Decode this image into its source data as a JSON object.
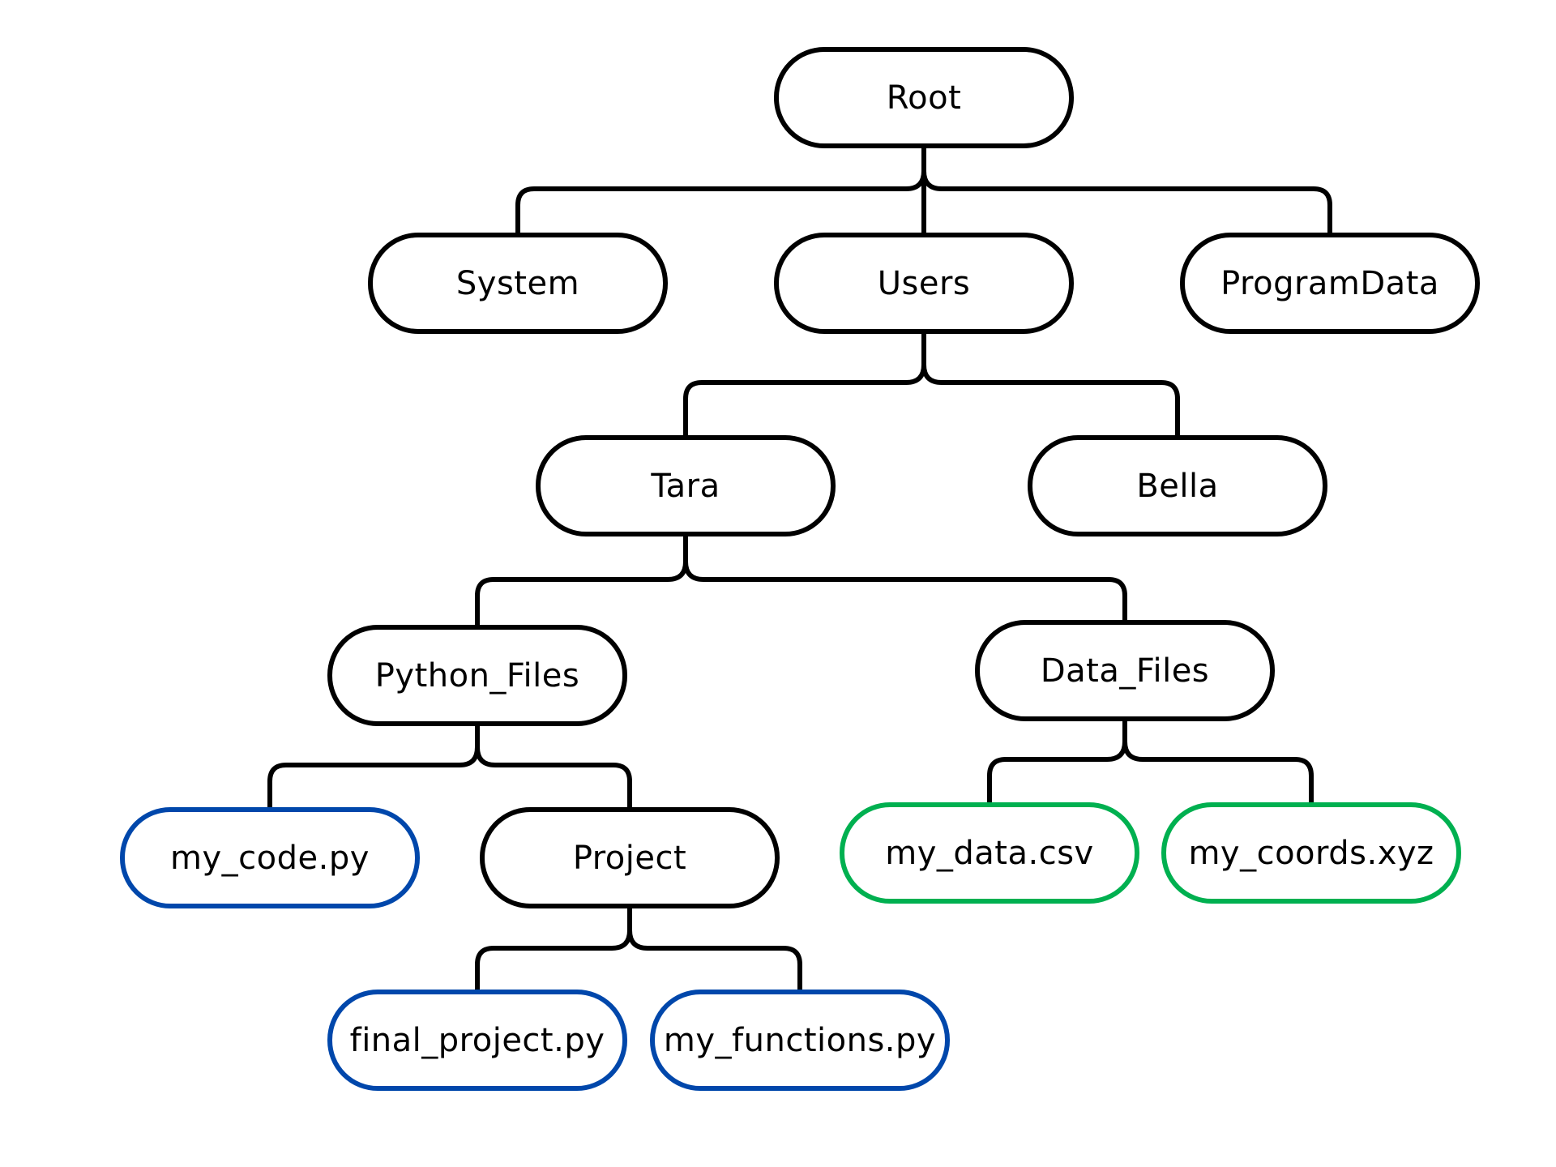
{
  "colors": {
    "background": "#ffffff",
    "folder_border": "#000000",
    "connector": "#000000",
    "python_file_border": "#0047AB",
    "data_file_border": "#00B050"
  },
  "tree": {
    "root": "Root",
    "system": "System",
    "users": "Users",
    "programdata": "ProgramData",
    "tara": "Tara",
    "bella": "Bella",
    "python_files": "Python_Files",
    "data_files": "Data_Files",
    "my_code": "my_code.py",
    "project": "Project",
    "my_data": "my_data.csv",
    "my_coords": "my_coords.xyz",
    "final_project": "final_project.py",
    "my_functions": "my_functions.py"
  }
}
